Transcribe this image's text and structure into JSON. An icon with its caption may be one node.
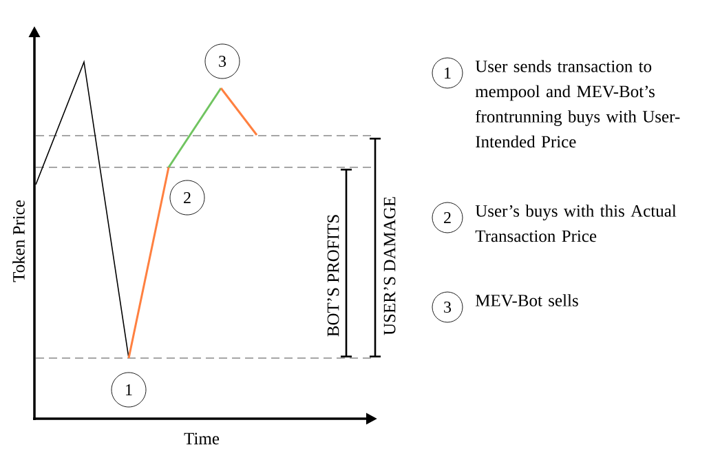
{
  "diagram": {
    "nodes": [
      {
        "text": [
          "1"
        ]
      },
      {
        "text": [
          "2"
        ]
      },
      {
        "text": [
          "3"
        ]
      },
      {
        "text": [
          "1"
        ],
        "beside": [
          "User sends transaction to mempool and MEV-Bot’s frontrunning buys with User-Intended Price"
        ]
      },
      {
        "text": [
          "2"
        ],
        "beside": [
          "User’s buys with this Actual Transaction Price"
        ]
      },
      {
        "text": [
          "3"
        ],
        "beside": [
          "MEV-Bot sells"
        ]
      }
    ],
    "labels": [
      "Token Price",
      "Time",
      "BOT’S PROFITS",
      "USER’S DAMAGE"
    ]
  }
}
